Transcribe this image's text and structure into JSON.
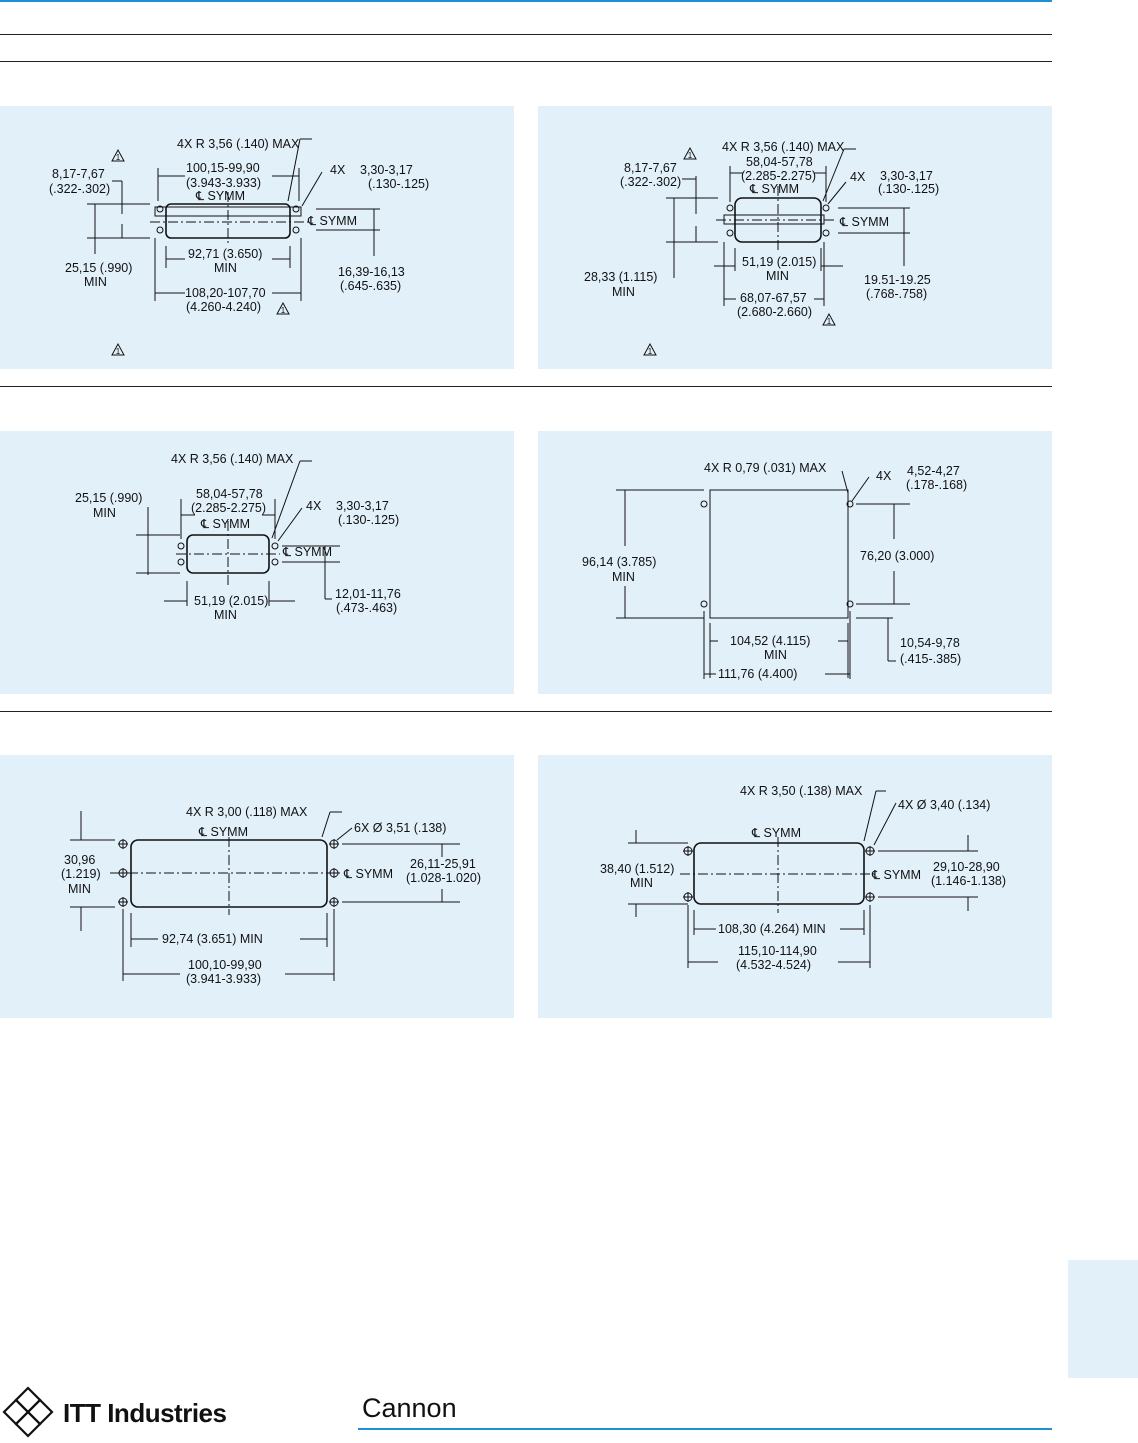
{
  "panels": [
    {
      "labels": {
        "r_max": "4X R 3,56 (.140) MAX",
        "c1": "100,15-99,90",
        "c1_in": "(3.943-3.933)",
        "csymm": "℄ SYMM",
        "hole_a": "4X",
        "hole_b": "3,30-3,17",
        "hole_c": "(.130-.125)",
        "left1": "8,17-7,67",
        "left1_in": "(.322-.302)",
        "csymm_right": "℄ SYMM",
        "left2": "25,15 (.990)",
        "left2_min": "MIN",
        "mid": "92,71 (3.650)",
        "mid_min": "MIN",
        "right1": "16,39-16,13",
        "right1_in": "(.645-.635)",
        "bot": "108,20-107,70",
        "bot_in": "(4.260-4.240)",
        "note": "1"
      }
    },
    {
      "labels": {
        "r_max": "4X R 3,56 (.140) MAX",
        "c1": "58,04-57,78",
        "c1_in": "(2.285-2.275)",
        "csymm": "℄ SYMM",
        "hole_a": "4X",
        "hole_b": "3,30-3,17",
        "hole_c": "(.130-.125)",
        "left1": "8,17-7,67",
        "left1_in": "(.322-.302)",
        "csymm_right": "℄ SYMM",
        "left2": "28,33 (1.115)",
        "left2_min": "MIN",
        "mid": "51,19 (2.015)",
        "mid_min": "MIN",
        "right1": "19.51-19.25",
        "right1_in": "(.768-.758)",
        "bot": "68,07-67,57",
        "bot_in": "(2.680-2.660)",
        "note": "1"
      }
    },
    {
      "labels": {
        "r_max": "4X R 3,56 (.140) MAX",
        "c1": "58,04-57,78",
        "c1_in": "(2.285-2.275)",
        "csymm": "℄ SYMM",
        "hole_a": "4X",
        "hole_b": "3,30-3,17",
        "hole_c": "(.130-.125)",
        "left1": "25,15 (.990)",
        "left1_min": "MIN",
        "csymm_right": "℄ SYMM",
        "mid": "51,19 (2.015)",
        "mid_min": "MIN",
        "right1": "12,01-11,76",
        "right1_in": "(.473-.463)"
      }
    },
    {
      "labels": {
        "r_max": "4X R 0,79 (.031) MAX",
        "hole_a": "4X",
        "hole_b": "4,52-4,27",
        "hole_c": "(.178-.168)",
        "left1": "96,14 (3.785)",
        "left1_min": "MIN",
        "right1": "76,20 (3.000)",
        "mid": "104,52 (4.115)",
        "mid_min": "MIN",
        "right2": "10,54-9,78",
        "right2_in": "(.415-.385)",
        "bot": "111,76 (4.400)"
      }
    },
    {
      "labels": {
        "r_max": "4X R 3,00 (.118) MAX",
        "csymm": "℄ SYMM",
        "hole": "6X Ø 3,51 (.138)",
        "left1": "30,96",
        "left1_in": "(1.219)",
        "left1_min": "MIN",
        "csymm_right": "℄ SYMM",
        "right1": "26,11-25,91",
        "right1_in": "(1.028-1.020)",
        "mid": "92,74 (3.651) MIN",
        "bot": "100,10-99,90",
        "bot_in": "(3.941-3.933)"
      }
    },
    {
      "labels": {
        "r_max": "4X R 3,50 (.138) MAX",
        "hole": "4X Ø 3,40 (.134)",
        "csymm": "℄ SYMM",
        "left1": "38,40 (1.512)",
        "left1_min": "MIN",
        "csymm_right": "℄ SYMM",
        "right1": "29,10-28,90",
        "right1_in": "(1.146-1.138)",
        "mid": "108,30 (4.264) MIN",
        "bot": "115,10-114,90",
        "bot_in": "(4.532-4.524)"
      }
    }
  ],
  "footer": {
    "brand": "ITT Industries",
    "product": "Cannon"
  },
  "colors": {
    "accent": "#1e90d8",
    "panel_bg": "#e2f0fa"
  }
}
